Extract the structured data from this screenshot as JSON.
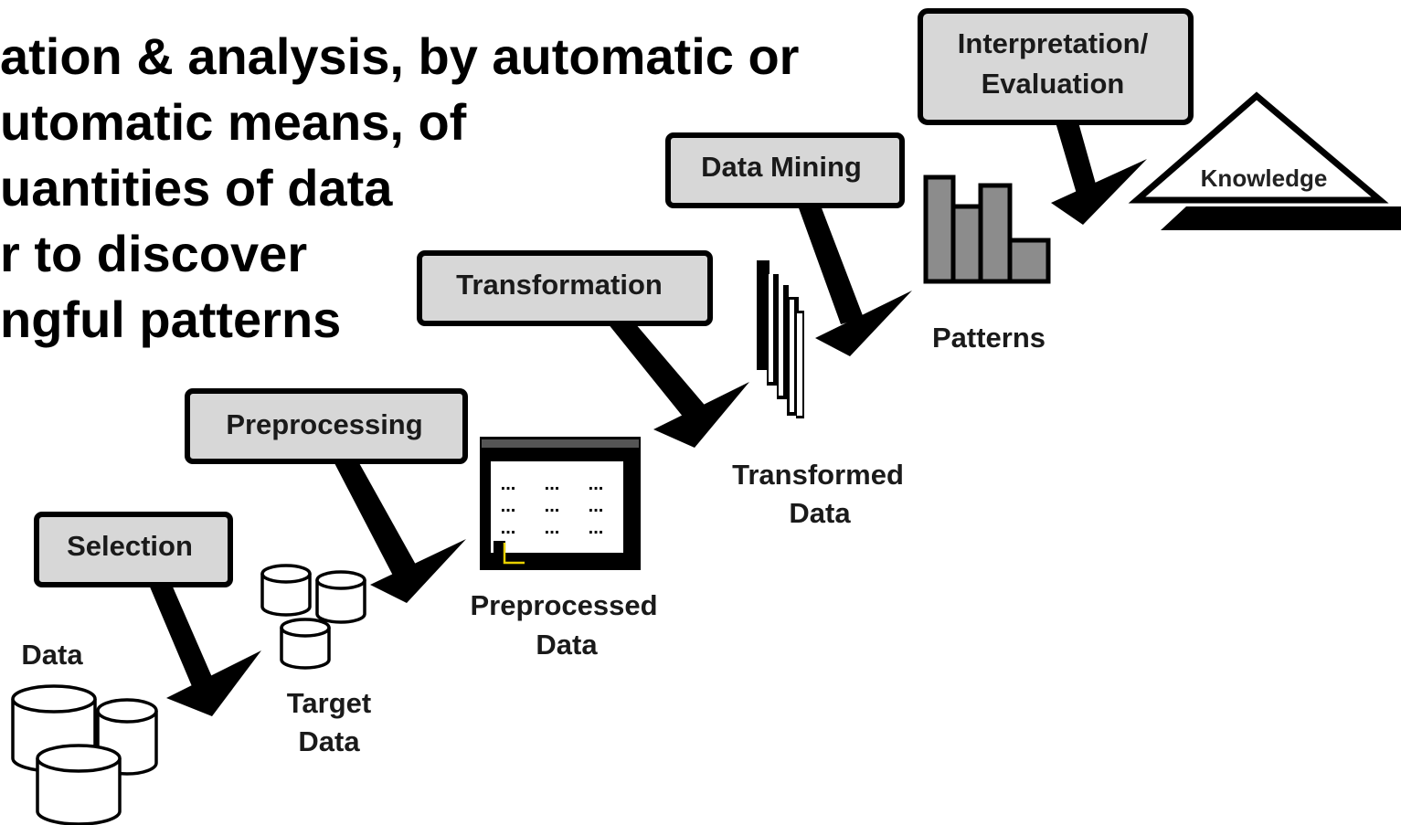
{
  "headline": {
    "lines": [
      "ation & analysis, by automatic or",
      "utomatic means, of",
      "uantities of data",
      "r to discover",
      "ngful patterns"
    ]
  },
  "process": {
    "steps": [
      {
        "key": "selection",
        "label": "Selection"
      },
      {
        "key": "preprocessing",
        "label": "Preprocessing"
      },
      {
        "key": "transformation",
        "label": "Transformation"
      },
      {
        "key": "data_mining",
        "label": "Data Mining"
      },
      {
        "key": "interpretation",
        "label_lines": [
          "Interpretation/",
          "Evaluation"
        ]
      }
    ],
    "artifacts": [
      {
        "key": "data",
        "label_lines": [
          "Data"
        ]
      },
      {
        "key": "target_data",
        "label_lines": [
          "Target",
          "Data"
        ]
      },
      {
        "key": "preprocessed_data",
        "label_lines": [
          "Preprocessed",
          "Data"
        ]
      },
      {
        "key": "transformed_data",
        "label_lines": [
          "Transformed",
          "Data"
        ]
      },
      {
        "key": "patterns",
        "label_lines": [
          "Patterns"
        ]
      },
      {
        "key": "knowledge",
        "label_lines": [
          "Knowledge"
        ]
      }
    ],
    "table_cell_text": "..."
  },
  "colors": {
    "box_fill": "#d7d7d7",
    "outline": "#000000",
    "bar_fill": "#8c8c8c",
    "cursor_mark": "#e8d000"
  }
}
